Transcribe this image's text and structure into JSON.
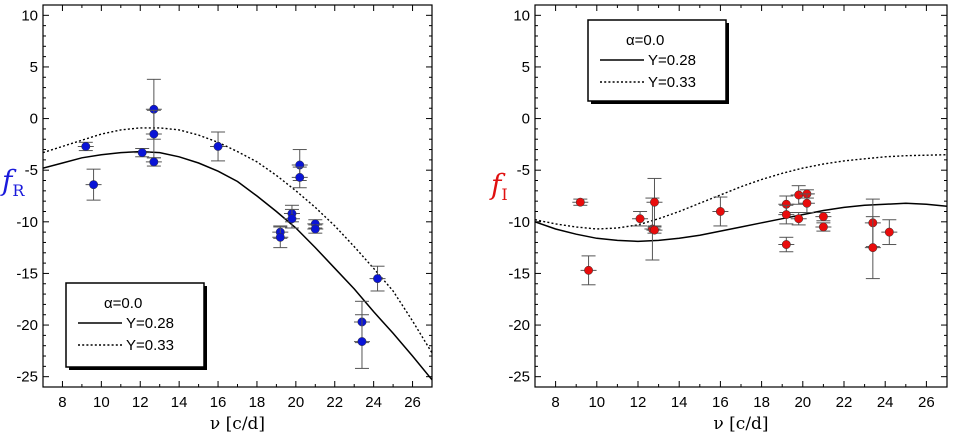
{
  "chart_data": [
    {
      "type": "scatter",
      "panel": "left",
      "ylabel_main": "f",
      "ylabel_sub": "R",
      "ylabel_color": "#1a1adb",
      "xlabel": "ν [c/d]",
      "xlim": [
        7,
        27
      ],
      "ylim": [
        -26,
        11
      ],
      "xticks": [
        "8",
        "10",
        "12",
        "14",
        "16",
        "18",
        "20",
        "22",
        "24",
        "26"
      ],
      "yticks": [
        "10",
        "5",
        "0",
        "-5",
        "-10",
        "-15",
        "-20",
        "-25"
      ],
      "marker_color": "#0a14d6",
      "grid": false,
      "points": [
        {
          "x": 9.2,
          "y": -2.7,
          "err": 0.4
        },
        {
          "x": 9.6,
          "y": -6.4,
          "err": 1.5
        },
        {
          "x": 12.1,
          "y": -3.3,
          "err": 0.4
        },
        {
          "x": 12.7,
          "y": 0.9,
          "err": 2.9
        },
        {
          "x": 12.7,
          "y": -1.5,
          "err": 2.3
        },
        {
          "x": 12.7,
          "y": -4.2,
          "err": 0.4
        },
        {
          "x": 16.0,
          "y": -2.7,
          "err": 1.4
        },
        {
          "x": 19.2,
          "y": -11.0,
          "err": 0.6
        },
        {
          "x": 19.2,
          "y": -11.5,
          "err": 1.0
        },
        {
          "x": 19.8,
          "y": -9.2,
          "err": 0.8
        },
        {
          "x": 19.8,
          "y": -9.7,
          "err": 0.9
        },
        {
          "x": 20.2,
          "y": -4.5,
          "err": 1.5
        },
        {
          "x": 20.2,
          "y": -5.7,
          "err": 1.0
        },
        {
          "x": 21.0,
          "y": -10.2,
          "err": 0.4
        },
        {
          "x": 21.0,
          "y": -10.7,
          "err": 0.4
        },
        {
          "x": 23.4,
          "y": -19.7,
          "err": 2.0
        },
        {
          "x": 23.4,
          "y": -21.6,
          "err": 2.6
        },
        {
          "x": 24.2,
          "y": -15.5,
          "err": 1.2
        }
      ],
      "curves": [
        {
          "name": "Y=0.28",
          "style": "solid",
          "x": [
            7,
            8,
            9,
            10,
            11,
            12,
            13,
            14,
            15,
            16,
            17,
            18,
            19,
            20,
            21,
            22,
            23,
            24,
            25,
            26,
            27
          ],
          "y": [
            -4.8,
            -4.3,
            -3.8,
            -3.5,
            -3.3,
            -3.2,
            -3.3,
            -3.7,
            -4.3,
            -5.1,
            -6.1,
            -7.5,
            -9.0,
            -10.6,
            -12.5,
            -14.5,
            -16.5,
            -18.7,
            -20.8,
            -23.0,
            -25.3
          ]
        },
        {
          "name": "Y=0.33",
          "style": "dotted",
          "x": [
            7,
            8,
            9,
            10,
            11,
            12,
            13,
            14,
            15,
            16,
            17,
            18,
            19,
            20,
            21,
            22,
            23,
            24,
            25,
            26,
            27
          ],
          "y": [
            -3.3,
            -2.7,
            -2.1,
            -1.5,
            -1.1,
            -0.9,
            -0.9,
            -1.1,
            -1.6,
            -2.3,
            -3.2,
            -4.2,
            -5.5,
            -7.0,
            -8.6,
            -10.4,
            -12.4,
            -14.5,
            -16.7,
            -19.6,
            -22.7
          ]
        }
      ],
      "legend": {
        "title": "α=0.0",
        "entries": [
          "Y=0.28",
          "Y=0.33"
        ],
        "position": "bottom-left"
      }
    },
    {
      "type": "scatter",
      "panel": "right",
      "ylabel_main": "f",
      "ylabel_sub": "I",
      "ylabel_color": "#e01010",
      "xlabel": "ν [c/d]",
      "xlim": [
        7,
        27
      ],
      "ylim": [
        -26,
        11
      ],
      "xticks": [
        "8",
        "10",
        "12",
        "14",
        "16",
        "18",
        "20",
        "22",
        "24",
        "26"
      ],
      "yticks": [
        "10",
        "5",
        "0",
        "-5",
        "-10",
        "-15",
        "-20",
        "-25"
      ],
      "marker_color": "#e80c0c",
      "grid": false,
      "points": [
        {
          "x": 9.2,
          "y": -8.1,
          "err": 0.3
        },
        {
          "x": 9.6,
          "y": -14.7,
          "err": 1.4
        },
        {
          "x": 12.1,
          "y": -9.7,
          "err": 0.7
        },
        {
          "x": 12.7,
          "y": -10.7,
          "err": 3.0
        },
        {
          "x": 12.8,
          "y": -8.1,
          "err": 2.3
        },
        {
          "x": 12.8,
          "y": -10.8,
          "err": 0.3
        },
        {
          "x": 16.0,
          "y": -9.0,
          "err": 1.4
        },
        {
          "x": 19.2,
          "y": -8.3,
          "err": 0.8
        },
        {
          "x": 19.2,
          "y": -9.3,
          "err": 0.9
        },
        {
          "x": 19.2,
          "y": -12.2,
          "err": 0.7
        },
        {
          "x": 19.8,
          "y": -7.4,
          "err": 0.9
        },
        {
          "x": 19.8,
          "y": -9.7,
          "err": 0.6
        },
        {
          "x": 20.2,
          "y": -7.3,
          "err": 0.4
        },
        {
          "x": 20.2,
          "y": -8.2,
          "err": 0.9
        },
        {
          "x": 21.0,
          "y": -9.5,
          "err": 0.4
        },
        {
          "x": 21.0,
          "y": -10.5,
          "err": 0.4
        },
        {
          "x": 23.4,
          "y": -10.1,
          "err": 2.3
        },
        {
          "x": 23.4,
          "y": -12.5,
          "err": 3.0
        },
        {
          "x": 24.2,
          "y": -11.0,
          "err": 1.2
        }
      ],
      "curves": [
        {
          "name": "Y=0.28",
          "style": "solid",
          "x": [
            7,
            8,
            9,
            10,
            11,
            12,
            13,
            14,
            15,
            16,
            17,
            18,
            19,
            20,
            21,
            22,
            23,
            24,
            25,
            26,
            27
          ],
          "y": [
            -10.0,
            -10.7,
            -11.2,
            -11.6,
            -11.8,
            -11.9,
            -11.8,
            -11.6,
            -11.3,
            -10.9,
            -10.5,
            -10.1,
            -9.7,
            -9.3,
            -8.9,
            -8.6,
            -8.4,
            -8.3,
            -8.2,
            -8.3,
            -8.5
          ]
        },
        {
          "name": "Y=0.33",
          "style": "dotted",
          "x": [
            7,
            8,
            9,
            10,
            11,
            12,
            13,
            14,
            15,
            16,
            17,
            18,
            19,
            20,
            21,
            22,
            23,
            24,
            25,
            26,
            27
          ],
          "y": [
            -9.8,
            -10.2,
            -10.5,
            -10.7,
            -10.6,
            -10.3,
            -9.7,
            -9.0,
            -8.2,
            -7.4,
            -6.6,
            -5.9,
            -5.3,
            -4.8,
            -4.4,
            -4.1,
            -3.9,
            -3.7,
            -3.6,
            -3.55,
            -3.5
          ]
        }
      ],
      "legend": {
        "title": "α=0.0",
        "entries": [
          "Y=0.28",
          "Y=0.33"
        ],
        "position": "top-left"
      }
    }
  ]
}
